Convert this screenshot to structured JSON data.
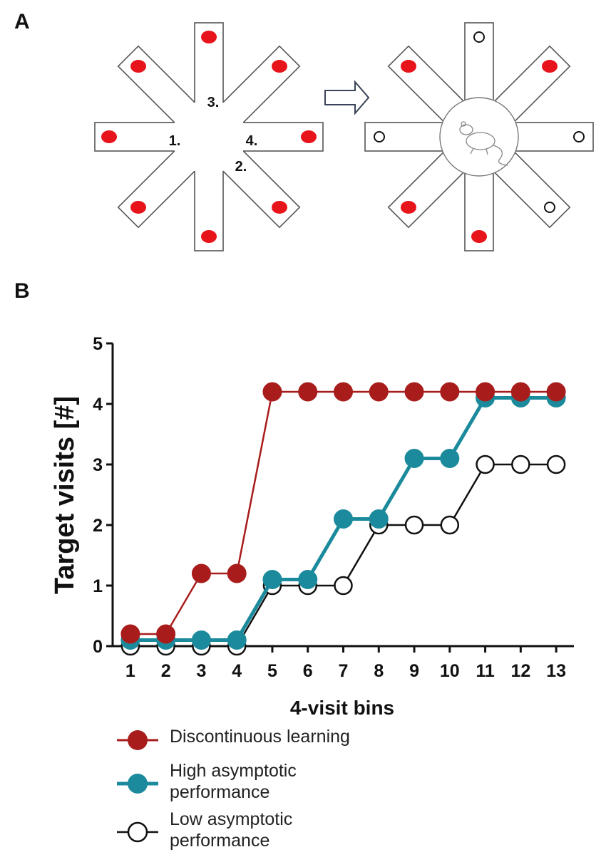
{
  "figure": {
    "panel_a_label": "A",
    "panel_b_label": "B",
    "maze_left_arm_numbers": [
      "1.",
      "2.",
      "3.",
      "4."
    ]
  },
  "colors": {
    "discontinuous": "#a81c1c",
    "high": "#1b8a9c",
    "low": "#ffffff",
    "food_red": "#e8141b",
    "axis": "#111111"
  },
  "icons": {
    "arrow": "right-arrow-icon",
    "rat": "rat-icon"
  },
  "chart_data": {
    "type": "line",
    "xlabel": "4-visit bins",
    "ylabel": "Target visits [#]",
    "x": [
      1,
      2,
      3,
      4,
      5,
      6,
      7,
      8,
      9,
      10,
      11,
      12,
      13
    ],
    "xlim": [
      0.5,
      13.5
    ],
    "ylim": [
      0,
      5
    ],
    "yticks": [
      0,
      1,
      2,
      3,
      4,
      5
    ],
    "grid": false,
    "legend_position": "bottom-left",
    "series": [
      {
        "name": "Discontinuous learning",
        "key": "discontinuous",
        "values": [
          0.2,
          0.2,
          1.2,
          1.2,
          4.2,
          4.2,
          4.2,
          4.2,
          4.2,
          4.2,
          4.2,
          4.2,
          4.2
        ]
      },
      {
        "name": "High asymptotic performance",
        "key": "high",
        "values": [
          0.1,
          0.1,
          0.1,
          0.1,
          1.1,
          1.1,
          2.1,
          2.1,
          3.1,
          3.1,
          4.1,
          4.1,
          4.1
        ]
      },
      {
        "name": "Low asymptotic performance",
        "key": "low",
        "values": [
          0,
          0,
          0,
          0,
          1,
          1,
          1,
          2,
          2,
          2,
          3,
          3,
          3
        ]
      }
    ],
    "legend": [
      {
        "lines": [
          "Discontinuous learning"
        ]
      },
      {
        "lines": [
          "High asymptotic",
          "performance"
        ]
      },
      {
        "lines": [
          "Low asymptotic",
          "performance"
        ]
      }
    ]
  }
}
